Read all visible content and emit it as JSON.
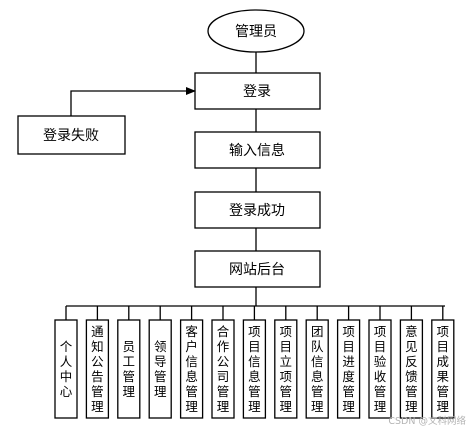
{
  "flow": {
    "start": "管理员",
    "login": "登录",
    "login_fail": "登录失败",
    "input_info": "输入信息",
    "login_success": "登录成功",
    "backend": "网站后台"
  },
  "modules": [
    {
      "id": "personal-center",
      "label": "个人中心"
    },
    {
      "id": "notice-management",
      "label": "通知公告管理"
    },
    {
      "id": "employee-management",
      "label": "员工管理"
    },
    {
      "id": "leader-management",
      "label": "领导管理"
    },
    {
      "id": "customer-info-management",
      "label": "客户信息管理"
    },
    {
      "id": "partner-company-management",
      "label": "合作公司管理"
    },
    {
      "id": "project-info-management",
      "label": "项目信息管理"
    },
    {
      "id": "project-approval-management",
      "label": "项目立项管理"
    },
    {
      "id": "team-info-management",
      "label": "团队信息管理"
    },
    {
      "id": "project-progress-management",
      "label": "项目进度管理"
    },
    {
      "id": "project-acceptance-management",
      "label": "项目验收管理"
    },
    {
      "id": "feedback-management",
      "label": "意见反馈管理"
    },
    {
      "id": "project-results-management",
      "label": "项目成果管理"
    }
  ],
  "watermark": "CSDN @文科网络"
}
